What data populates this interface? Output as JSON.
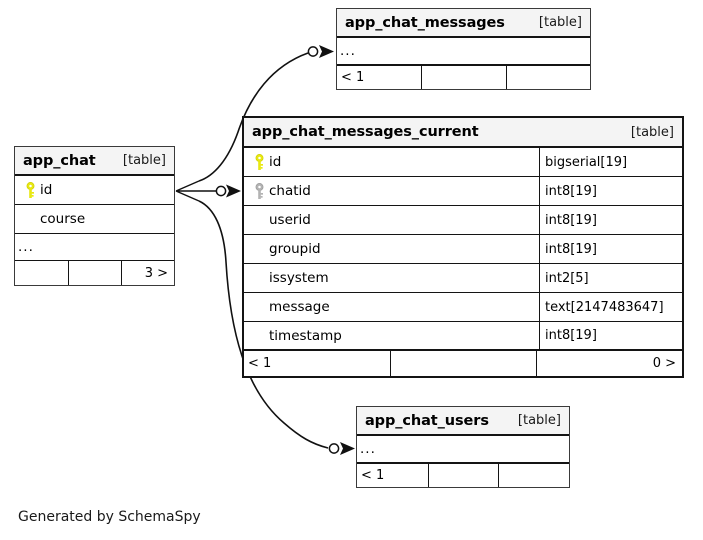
{
  "diagram": {
    "caption": "Generated by SchemaSpy",
    "kind_label": "[table]",
    "ellipsis": "...",
    "colors": {
      "primary_key": "#e8e812",
      "foreign_key": "#b3b3b3",
      "header_background": "#f4f4f4",
      "border": "#141414",
      "background": "#ffffff"
    }
  },
  "tables": {
    "app_chat": {
      "name": "app_chat",
      "kind": "[table]",
      "columns": [
        {
          "name": "id",
          "key": "primary"
        },
        {
          "name": "course",
          "key": "none"
        }
      ],
      "more_columns": "...",
      "footer": {
        "left": "",
        "middle": "",
        "right": "3 >"
      }
    },
    "app_chat_messages": {
      "name": "app_chat_messages",
      "kind": "[table]",
      "more_columns": "...",
      "footer": {
        "left": "< 1",
        "middle": "",
        "right": ""
      }
    },
    "app_chat_messages_current": {
      "name": "app_chat_messages_current",
      "kind": "[table]",
      "columns": [
        {
          "name": "id",
          "type": "bigserial[19]",
          "key": "primary"
        },
        {
          "name": "chatid",
          "type": "int8[19]",
          "key": "foreign"
        },
        {
          "name": "userid",
          "type": "int8[19]",
          "key": "none"
        },
        {
          "name": "groupid",
          "type": "int8[19]",
          "key": "none"
        },
        {
          "name": "issystem",
          "type": "int2[5]",
          "key": "none"
        },
        {
          "name": "message",
          "type": "text[2147483647]",
          "key": "none"
        },
        {
          "name": "timestamp",
          "type": "int8[19]",
          "key": "none"
        }
      ],
      "footer": {
        "left": "< 1",
        "middle": "",
        "right": "0 >"
      }
    },
    "app_chat_users": {
      "name": "app_chat_users",
      "kind": "[table]",
      "more_columns": "...",
      "footer": {
        "left": "< 1",
        "middle": "",
        "right": ""
      }
    }
  },
  "relationships": [
    {
      "from": "app_chat",
      "to": "app_chat_messages",
      "from_cardinality": "crowsfoot",
      "to_cardinality": "zero-one"
    },
    {
      "from": "app_chat",
      "to": "app_chat_messages_current",
      "from_cardinality": "crowsfoot",
      "to_cardinality": "zero-one"
    },
    {
      "from": "app_chat",
      "to": "app_chat_users",
      "from_cardinality": "crowsfoot",
      "to_cardinality": "zero-one"
    }
  ]
}
